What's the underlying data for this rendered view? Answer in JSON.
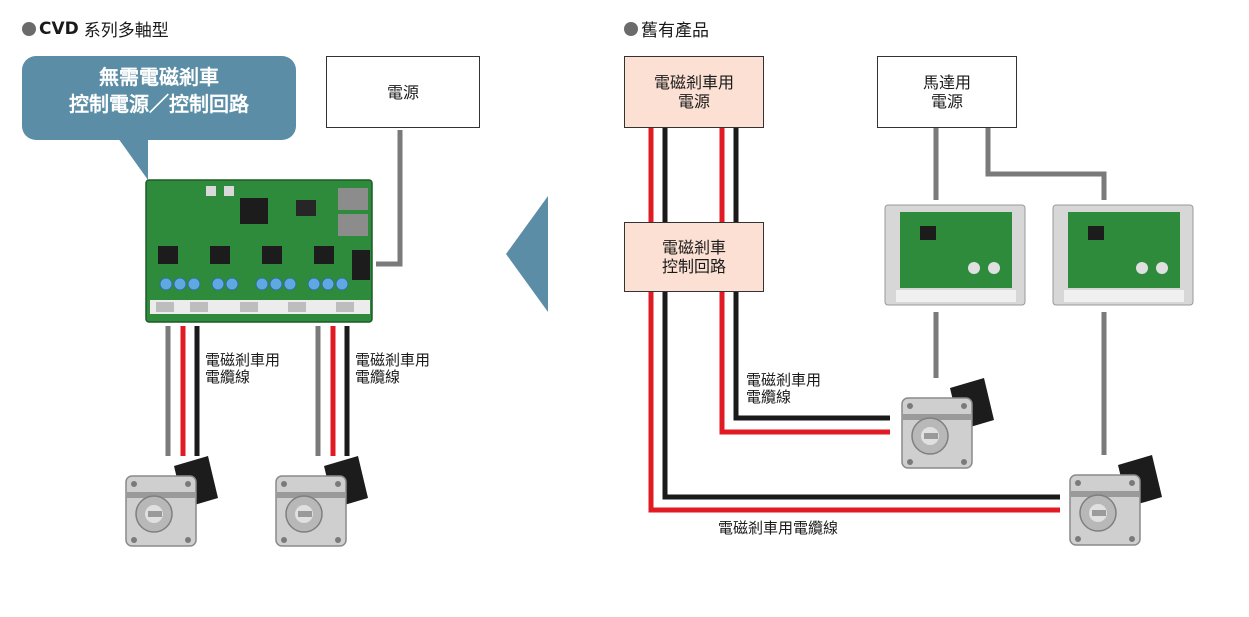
{
  "colors": {
    "callout": "#5b8ea6",
    "arrow": "#5b8ea6",
    "wire_red": "#e01b23",
    "wire_black": "#1a1a1a",
    "wire_gray": "#7a7a7a",
    "peach_box": "#fbe0d3",
    "board_green": "#2e8b3c"
  },
  "left": {
    "heading_bold": "CVD",
    "heading_rest": "系列多軸型",
    "callout_line1": "無需電磁剎車",
    "callout_line2": "控制電源／控制回路",
    "power_box": "電源",
    "cable_label_1_line1": "電磁剎車用",
    "cable_label_1_line2": "電纜線",
    "cable_label_2_line1": "電磁剎車用",
    "cable_label_2_line2": "電纜線"
  },
  "right": {
    "heading": "舊有產品",
    "brake_power_line1": "電磁剎車用",
    "brake_power_line2": "電源",
    "motor_power_line1": "馬達用",
    "motor_power_line2": "電源",
    "brake_control_line1": "電磁剎車",
    "brake_control_line2": "控制回路",
    "cable_label_line1": "電磁剎車用",
    "cable_label_line2": "電纜線",
    "cable_label_bottom": "電磁剎車用電纜線"
  },
  "icons": {
    "arrow": "left-pointing-arrow-icon",
    "motor": "stepping-motor-icon",
    "board": "multi-axis-driver-board-icon",
    "driver": "driver-unit-icon"
  }
}
